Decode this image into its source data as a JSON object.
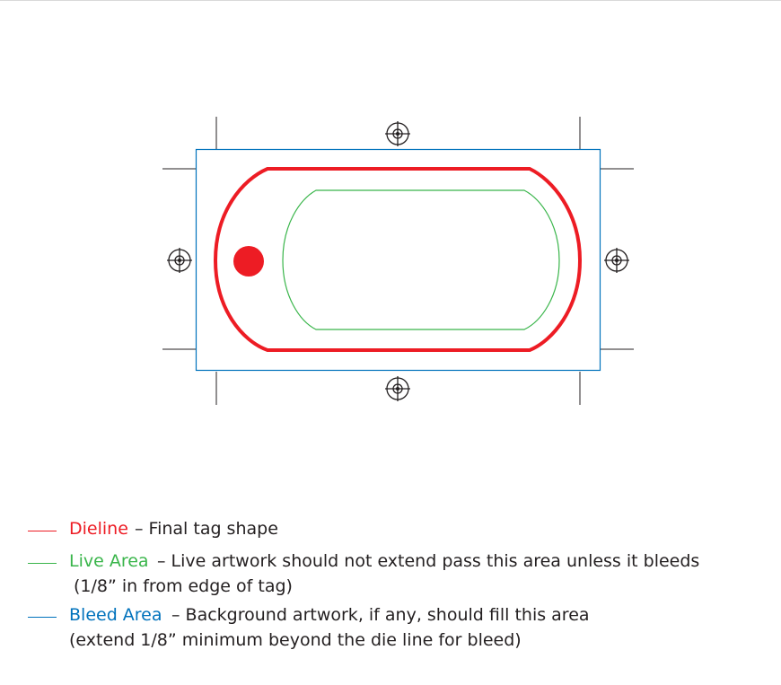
{
  "colors": {
    "dieline": "#ed1c24",
    "live_area": "#39b54a",
    "bleed_area": "#0072bc",
    "marks": "#231f20",
    "text": "#231f20"
  },
  "icons": {
    "registration_mark": "crosshair-target-icon",
    "hole": "punch-hole-circle"
  },
  "legend": {
    "dieline": {
      "label": "Dieline",
      "description": "– Final tag shape"
    },
    "live_area": {
      "label": "Live Area",
      "description": "– Live artwork should not extend pass this area unless it bleeds",
      "note": "(1/8” in from edge of tag)"
    },
    "bleed_area": {
      "label": "Bleed Area",
      "description": "– Background artwork, if any, should fill this area",
      "note": "(extend 1/8” minimum beyond the die line for bleed)"
    }
  }
}
